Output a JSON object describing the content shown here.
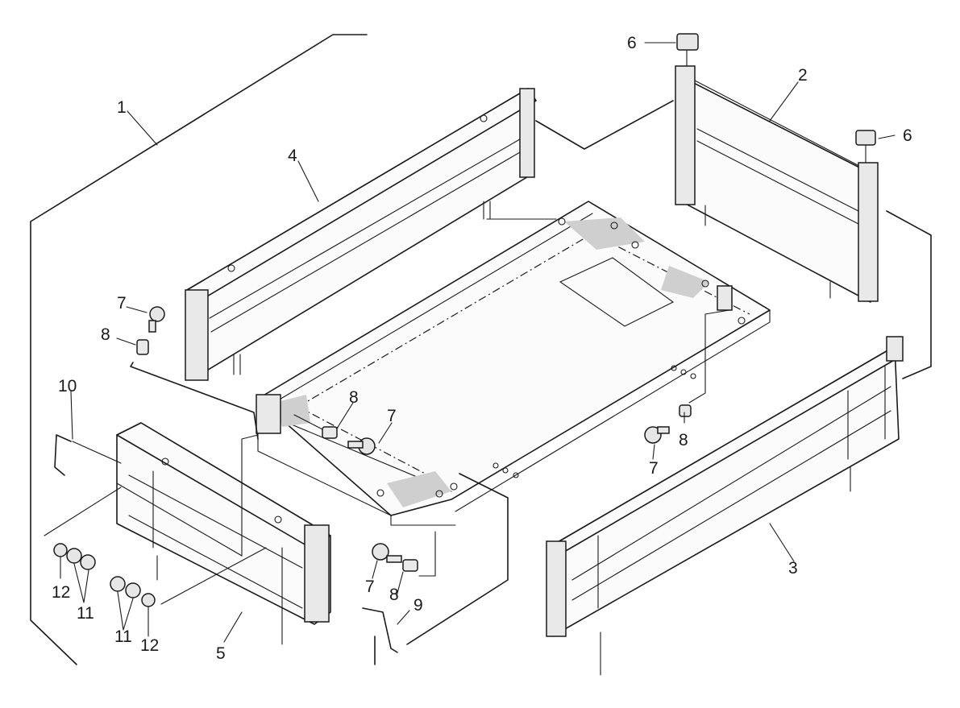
{
  "callouts": {
    "c1": "1",
    "c2": "2",
    "c3": "3",
    "c4": "4",
    "c5": "5",
    "c6a": "6",
    "c6b": "6",
    "c7a": "7",
    "c7b": "7",
    "c7c": "7",
    "c7d": "7",
    "c8a": "8",
    "c8b": "8",
    "c8c": "8",
    "c8d": "8",
    "c9": "9",
    "c10": "10",
    "c11a": "11",
    "c11b": "11",
    "c12a": "12",
    "c12b": "12"
  }
}
